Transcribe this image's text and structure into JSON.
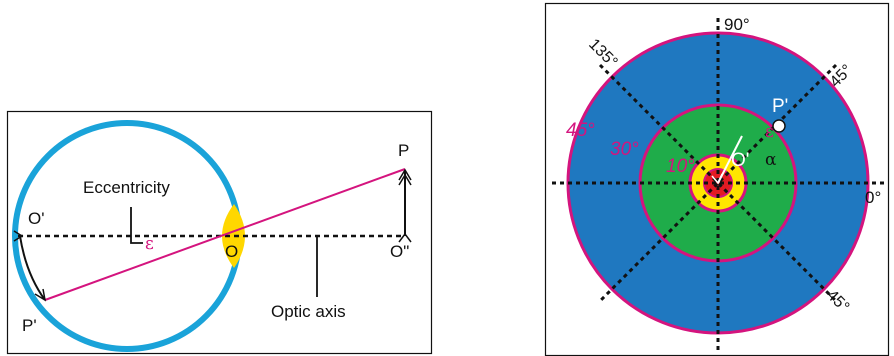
{
  "colors": {
    "eye_outline": "#1aa3d9",
    "lens": "#ffd700",
    "ray": "#d4147e",
    "outer_ring": "#1f78c0",
    "middle_ring": "#1fac4a",
    "inner_ring": "#ffe600",
    "center": "#e31b23",
    "ring_border": "#d4147e"
  },
  "eye": {
    "label_eccentricity": "Eccentricity",
    "label_epsilon": "ε",
    "label_optic_axis": "Optic axis",
    "label_O": "O",
    "label_O_prime": "O'",
    "label_O_double_prime": "O\"",
    "label_P": "P",
    "label_P_prime": "P'"
  },
  "visual_field": {
    "angle_90": "90°",
    "angle_135": "135°",
    "angle_45_top": "45°",
    "angle_0": "0°",
    "angle_45_bottom": "45°",
    "ring_45": "45°",
    "ring_30": "30°",
    "ring_10": "10°",
    "label_O_prime": "O'",
    "label_P_prime": "P'",
    "label_epsilon": "ε",
    "label_alpha": "α"
  }
}
